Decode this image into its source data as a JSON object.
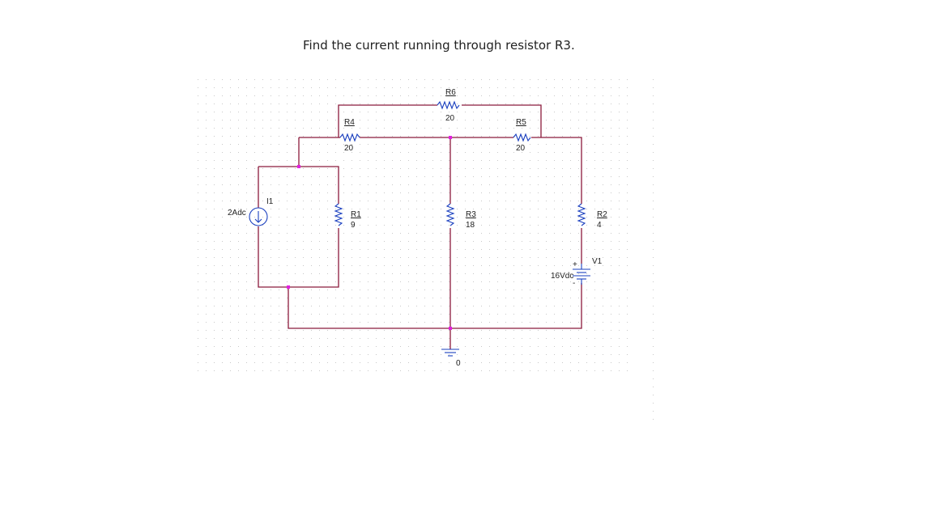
{
  "question": "Find the current running through resistor R3.",
  "components": {
    "r6": {
      "ref": "R6",
      "value": "20"
    },
    "r4": {
      "ref": "R4",
      "value": "20"
    },
    "r5": {
      "ref": "R5",
      "value": "20"
    },
    "r1": {
      "ref": "R1",
      "value": "9"
    },
    "r3": {
      "ref": "R3",
      "value": "18"
    },
    "r2": {
      "ref": "R2",
      "value": "4"
    },
    "i1": {
      "ref": "I1",
      "value": "2Adc"
    },
    "v1": {
      "ref": "V1",
      "value": "16Vdc"
    },
    "ground": {
      "label": "0"
    }
  },
  "colors": {
    "wire": "#8b1a3c",
    "component": "#1a3fbf",
    "node": "#e020e0",
    "grid": "#c8c8c8"
  }
}
